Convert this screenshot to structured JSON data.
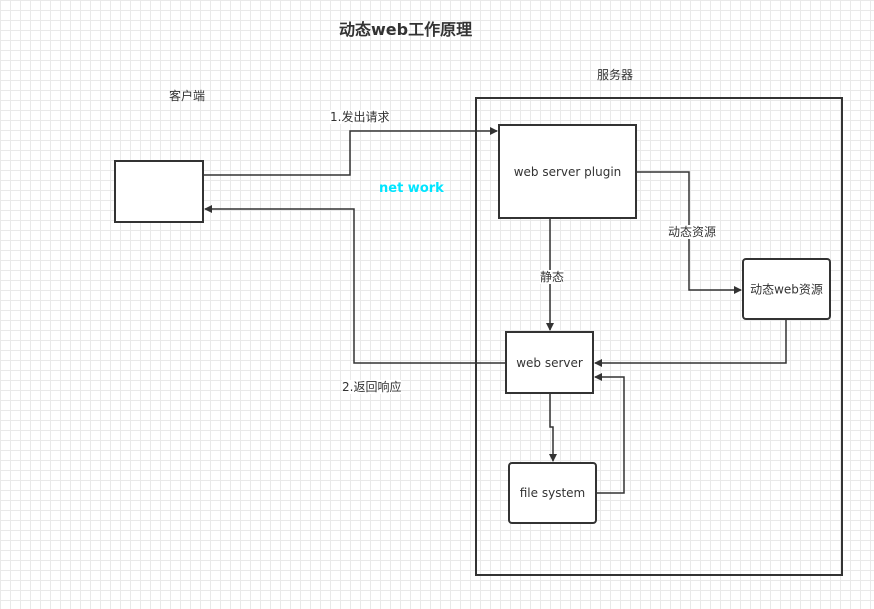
{
  "diagram": {
    "title": "动态web工作原理",
    "client_label": "客户端",
    "server_label": "服务器",
    "network_label": "net work",
    "nodes": {
      "plugin": "web server plugin",
      "dynamic_resource": "动态web资源",
      "web_server": "web server",
      "file_system": "file system"
    },
    "edges": {
      "request": "1.发出请求",
      "response": "2.返回响应",
      "static": "静态",
      "dynamic": "动态资源"
    }
  }
}
